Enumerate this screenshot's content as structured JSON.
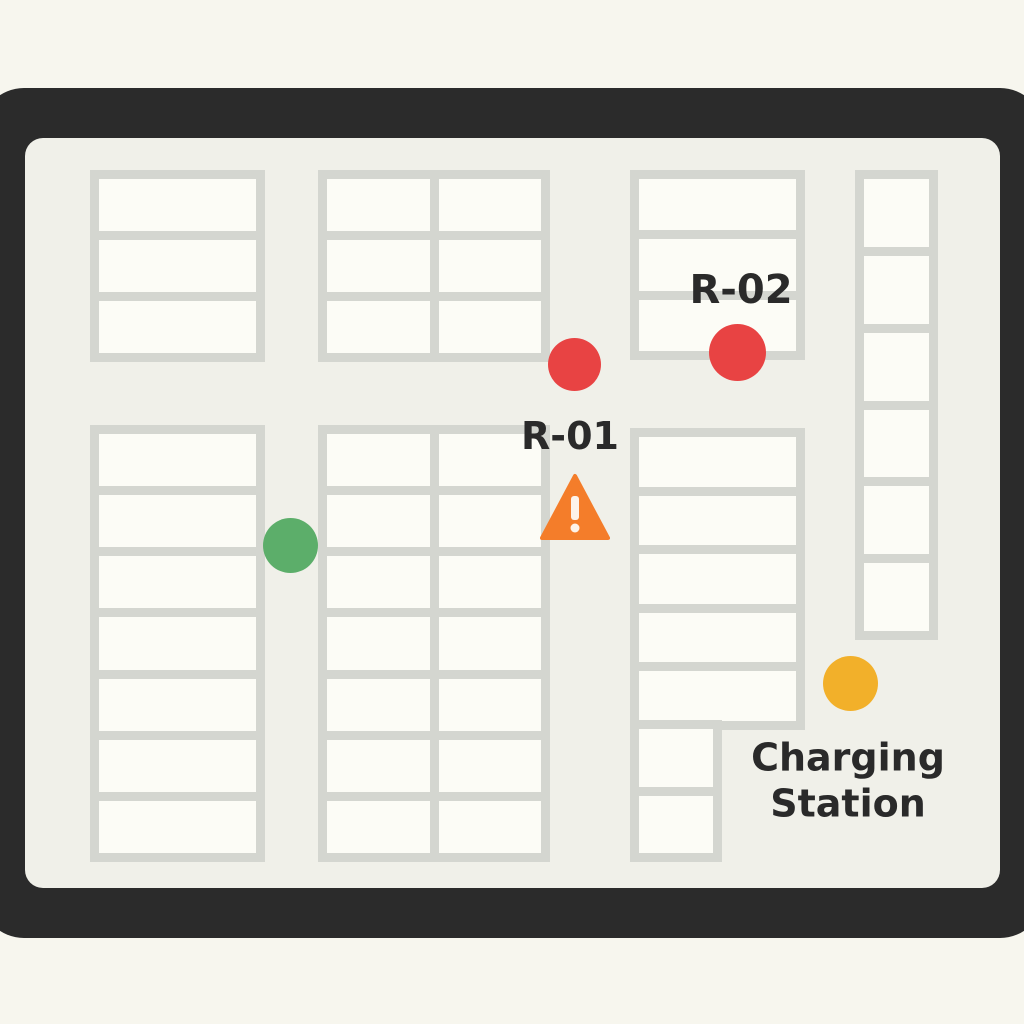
{
  "map": {
    "markers": [
      {
        "id": "robot-r01",
        "label": "R-01",
        "color": "#e84343",
        "status": "warning-icon",
        "status_color": "#f47d2a"
      },
      {
        "id": "robot-r02",
        "label": "R-02",
        "color": "#e84343"
      },
      {
        "id": "robot-active",
        "color": "#5cae6a"
      },
      {
        "id": "charging-station",
        "label": "Charging Station",
        "color": "#f2b02a"
      }
    ]
  }
}
